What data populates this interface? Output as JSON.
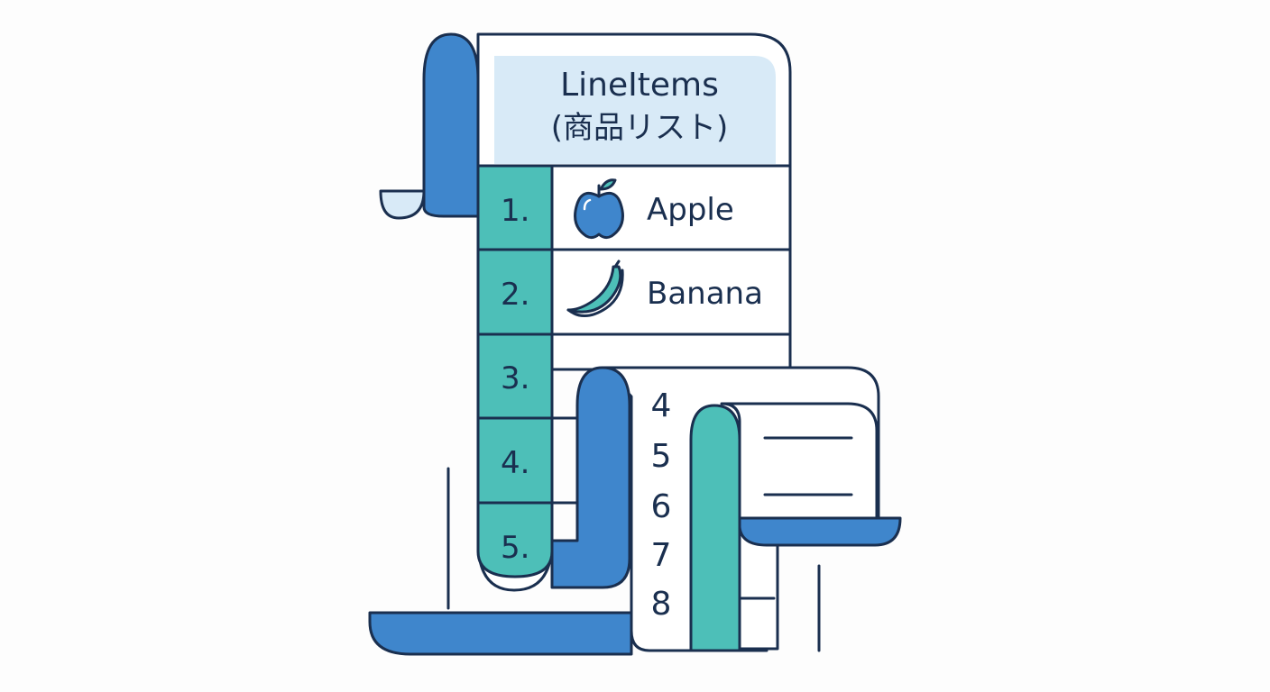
{
  "scroll": {
    "title_line1": "LineItems",
    "title_line2": "(商品リスト)",
    "rows": [
      {
        "number": "1.",
        "item": "Apple",
        "icon": "apple-icon"
      },
      {
        "number": "2.",
        "item": "Banana",
        "icon": "banana-icon"
      },
      {
        "number": "3.",
        "item": ""
      },
      {
        "number": "4.",
        "item": ""
      },
      {
        "number": "5.",
        "item": ""
      }
    ]
  },
  "second_scroll": {
    "numbers": [
      "4",
      "5",
      "6",
      "7",
      "8"
    ]
  },
  "colors": {
    "outline": "#1a2f4f",
    "blue": "#3f86cc",
    "teal": "#4dbfb8",
    "header_fill": "#d8eaf7",
    "paper": "#ffffff"
  }
}
